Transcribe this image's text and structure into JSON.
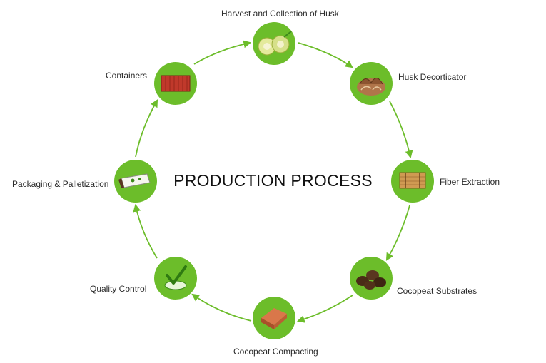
{
  "title": "PRODUCTION PROCESS",
  "colors": {
    "circle_fill": "#6cbd2a",
    "arrow": "#6cbd2a",
    "text": "#2a2a2a"
  },
  "steps": [
    {
      "label": "Harvest and Collection of Husk",
      "icon": "coconut-icon"
    },
    {
      "label": "Husk Decorticator",
      "icon": "husk-pile-icon"
    },
    {
      "label": "Fiber Extraction",
      "icon": "fiber-bale-icon"
    },
    {
      "label": "Cocopeat Substrates",
      "icon": "cocopeat-substrate-icon"
    },
    {
      "label": "Cocopeat Compacting",
      "icon": "cocopeat-block-icon"
    },
    {
      "label": "Quality Control",
      "icon": "checkmark-badge-icon"
    },
    {
      "label": "Packaging & Palletization",
      "icon": "grow-bag-icon"
    },
    {
      "label": "Containers",
      "icon": "shipping-container-icon"
    }
  ]
}
